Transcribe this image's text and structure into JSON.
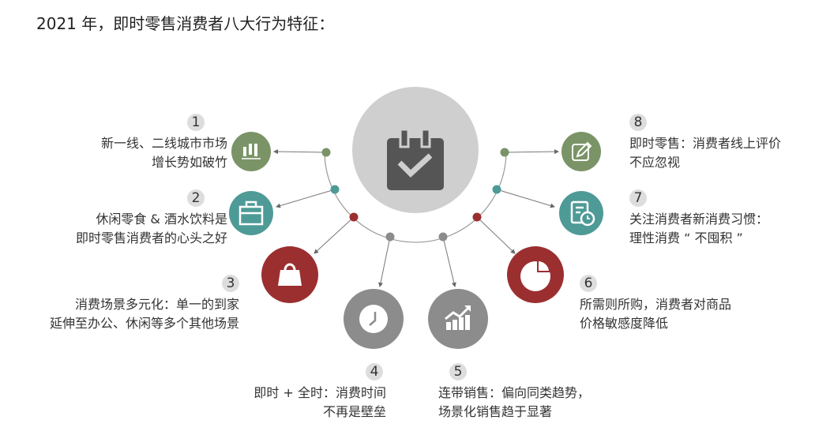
{
  "title": "2021 年，即时零售消费者八大行为特征：",
  "colors": {
    "green": "#7a9467",
    "teal": "#4e9a97",
    "red": "#9b2f30",
    "gray": "#8c8c8c",
    "center": "#cfcfcf",
    "dark": "#555555"
  },
  "items": [
    {
      "num": "1",
      "line1": "新一线、二线城市市场",
      "line2": "增长势如破竹",
      "icon": "bar-chart-icon"
    },
    {
      "num": "2",
      "line1": "休闲零食 & 酒水饮料是",
      "line2": "即时零售消费者的心头之好",
      "icon": "briefcase-icon"
    },
    {
      "num": "3",
      "line1": "消费场景多元化：单一的到家",
      "line2": "延伸至办公、休闲等多个其他场景",
      "icon": "shopping-bag-icon"
    },
    {
      "num": "4",
      "line1": "即时 + 全时：消费时间",
      "line2": "不再是壁垒",
      "icon": "clock-icon"
    },
    {
      "num": "5",
      "line1": "连带销售：偏向同类趋势，",
      "line2": "场景化销售趋于显著",
      "icon": "growth-chart-icon"
    },
    {
      "num": "6",
      "line1": "所需则所购，消费者对商品",
      "line2": "价格敏感度降低",
      "icon": "pie-chart-icon"
    },
    {
      "num": "7",
      "line1": "关注消费者新消费习惯：",
      "line2": "理性消费 “ 不囤积 ”",
      "icon": "document-clock-icon"
    },
    {
      "num": "8",
      "line1": "即时零售：消费者线上评价",
      "line2": "不应忽视",
      "icon": "edit-icon"
    }
  ]
}
